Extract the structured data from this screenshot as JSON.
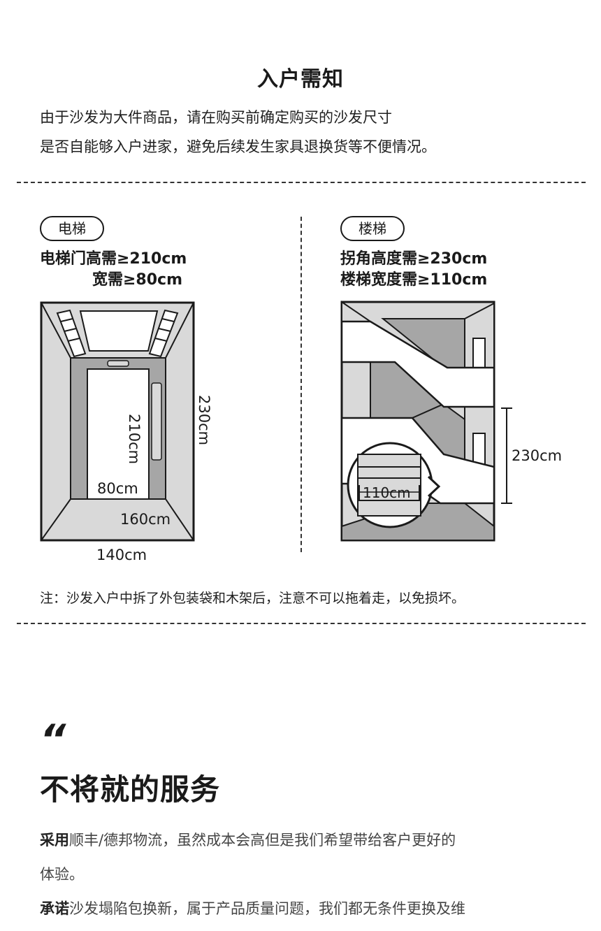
{
  "header": {
    "title": "入户需知",
    "intro_line1": "由于沙发为大件商品，请在购买前确定购买的沙发尺寸",
    "intro_line2": "是否自能够入户进家，避免后续发生家具退换货等不便情况。"
  },
  "elevator": {
    "tag": "电梯",
    "spec_line1": "电梯门高需≥210cm",
    "spec_line2": "宽需≥80cm",
    "label_210": "210cm",
    "label_230": "230cm",
    "label_80": "80cm",
    "label_160": "160cm",
    "label_140": "140cm"
  },
  "stairs": {
    "tag": "楼梯",
    "spec_line1": "拐角高度需≥230cm",
    "spec_line2": "楼梯宽度需≥110cm",
    "label_230": "230cm",
    "label_110": "110cm"
  },
  "note": "注：沙发入户中拆了外包装袋和木架后，注意不可以拖着走，以免损坏。",
  "service": {
    "quote_mark": "“",
    "title": "不将就的服务",
    "p1_lead": "采用",
    "p1_rest": "顺丰/德邦物流，虽然成本会高但是我们希望带给客户更好的",
    "p1_cont": "体验。",
    "p2_lead": "承诺",
    "p2_rest": "沙发塌陷包换新，属于产品质量问题，我们都无条件更换及维"
  },
  "colors": {
    "light_gray": "#d9d9d9",
    "mid_gray": "#a6a6a6",
    "line": "#1a1a1a"
  }
}
